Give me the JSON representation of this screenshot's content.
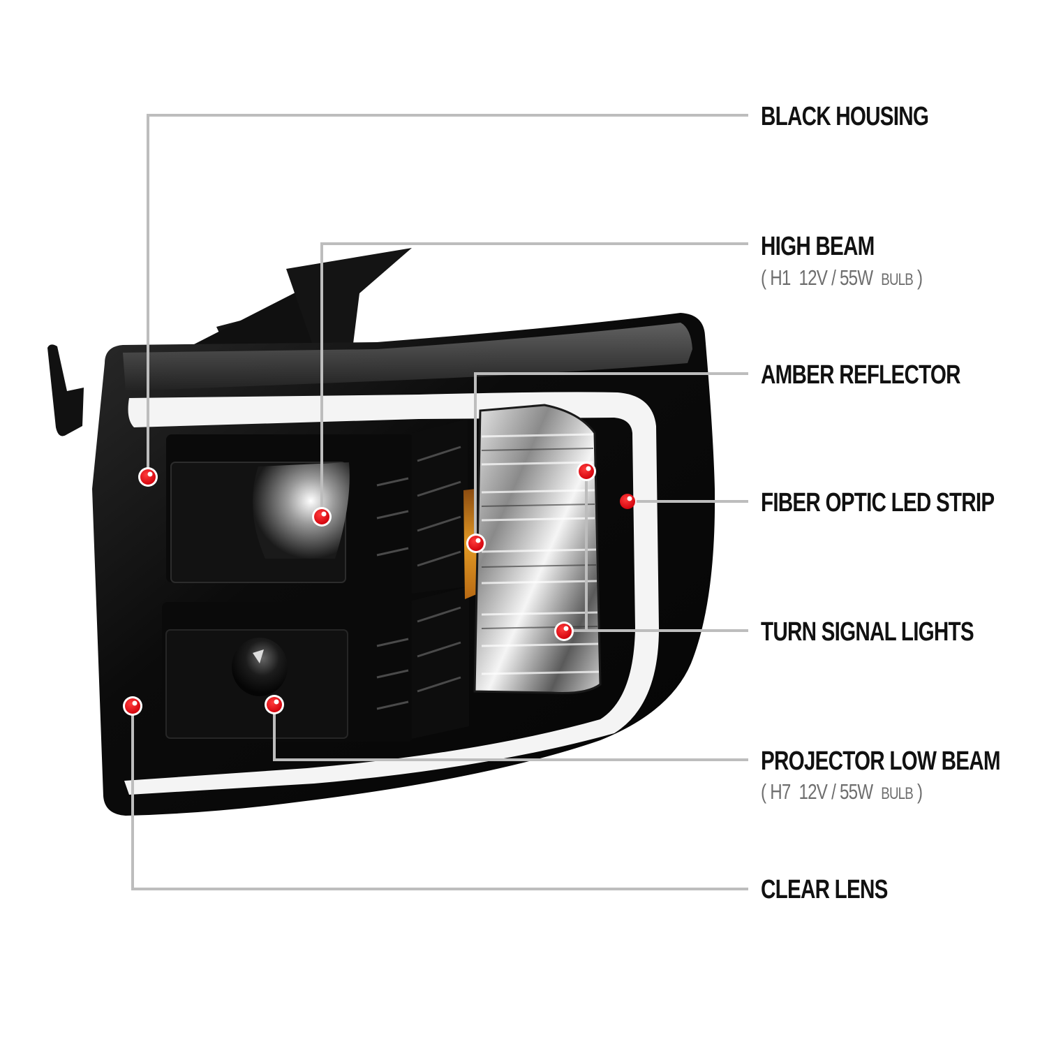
{
  "figure": {
    "subject": "Black housing headlight with fiber optic LED strip",
    "colors": {
      "background": "#ffffff",
      "housing": "#0c0c0c",
      "led_strip": "#f4f4f4",
      "amber": "#d98a1c",
      "leader_line": "#bdbdbd",
      "dot": "#e3000f",
      "label_text": "#111111",
      "sub_text": "#6e6e6e"
    }
  },
  "callouts": [
    {
      "id": "black-housing",
      "label": "BLACK HOUSING",
      "sub": null
    },
    {
      "id": "high-beam",
      "label": "HIGH BEAM",
      "sub": {
        "open": "(",
        "bulb": "H1",
        "spec": "12V / 55W",
        "unit": "BULB",
        "close": ")"
      }
    },
    {
      "id": "amber-reflector",
      "label": "AMBER REFLECTOR",
      "sub": null
    },
    {
      "id": "fiber-optic-led-strip",
      "label": "FIBER OPTIC LED STRIP",
      "sub": null
    },
    {
      "id": "turn-signal-lights",
      "label": "TURN SIGNAL LIGHTS",
      "sub": null
    },
    {
      "id": "projector-low-beam",
      "label": "PROJECTOR LOW BEAM",
      "sub": {
        "open": "(",
        "bulb": "H7",
        "spec": "12V / 55W",
        "unit": "BULB",
        "close": ")"
      }
    },
    {
      "id": "clear-lens",
      "label": "CLEAR LENS",
      "sub": null
    }
  ]
}
